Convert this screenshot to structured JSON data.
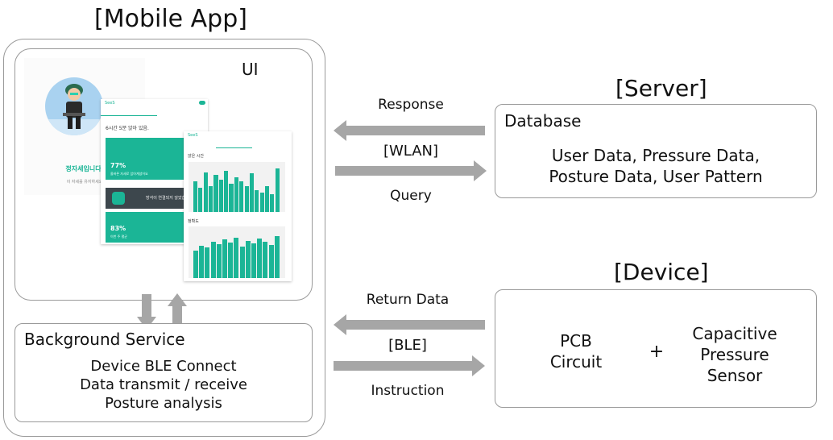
{
  "mobile_app": {
    "title": "[Mobile App]",
    "ui": {
      "label": "UI",
      "screenshot": {
        "app_name": "SeeS",
        "status_text": "정자세입니다.",
        "status_sub": "이 자세를 유지하세요",
        "card_header": "6시간 5분 앉아 있음.",
        "stat1_value": "77%",
        "stat1_sub": "올바른 자세로 앉아계셨어요",
        "device_text": "방석이 연결되지 않았습니다",
        "stat2_value": "83%",
        "stat2_sub": "이번 주 평균",
        "chart1_title": "앉은 시간",
        "chart2_title": "정확도",
        "chart1_values": [
          70,
          55,
          90,
          60,
          85,
          75,
          95,
          65,
          80,
          70,
          60,
          88,
          50,
          45,
          60,
          40,
          100
        ],
        "chart2_values": [
          60,
          72,
          68,
          80,
          75,
          85,
          78,
          90,
          70,
          82,
          76,
          88,
          80,
          74,
          92
        ]
      }
    },
    "background_service": {
      "title": "Background Service",
      "lines": [
        "Device BLE Connect",
        "Data transmit / receive",
        "Posture analysis"
      ]
    }
  },
  "server": {
    "title": "[Server]",
    "database_label": "Database",
    "database_lines": [
      "User Data, Pressure Data,",
      "Posture Data, User Pattern"
    ]
  },
  "device": {
    "title": "[Device]",
    "pcb": [
      "PCB",
      "Circuit"
    ],
    "plus": "+",
    "sensor": [
      "Capacitive",
      "Pressure",
      "Sensor"
    ]
  },
  "links": {
    "server": {
      "top": "Response",
      "middle": "[WLAN]",
      "bottom": "Query"
    },
    "device": {
      "top": "Return Data",
      "middle": "[BLE]",
      "bottom": "Instruction"
    }
  },
  "colors": {
    "arrow": "#a6a6a6",
    "border": "#9a9a9a",
    "accent": "#1bb596",
    "dark_panel": "#3d474d",
    "avatar_bg": "#a9d2f0"
  }
}
